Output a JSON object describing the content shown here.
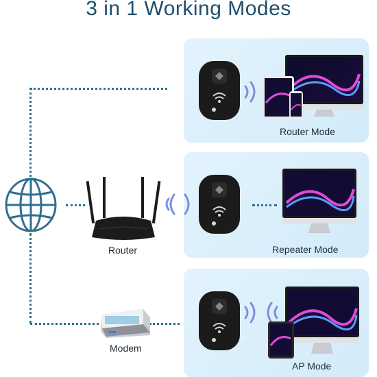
{
  "title": "3 in 1 Working Modes",
  "modes": [
    {
      "label": "Router Mode"
    },
    {
      "label": "Repeater Mode"
    },
    {
      "label": "AP Mode"
    }
  ],
  "devices": {
    "router_label": "Router",
    "modem_label": "Modem"
  },
  "icons": [
    "globe-icon",
    "router-icon",
    "modem-icon",
    "extender-icon",
    "wifi-signal-icon",
    "monitor-icon",
    "tablet-icon",
    "phone-icon"
  ],
  "colors": {
    "title": "#1f4f6b",
    "panel": "#dcf0fb",
    "dots": "#2f6f8f",
    "signal": "#7d8ee0"
  }
}
